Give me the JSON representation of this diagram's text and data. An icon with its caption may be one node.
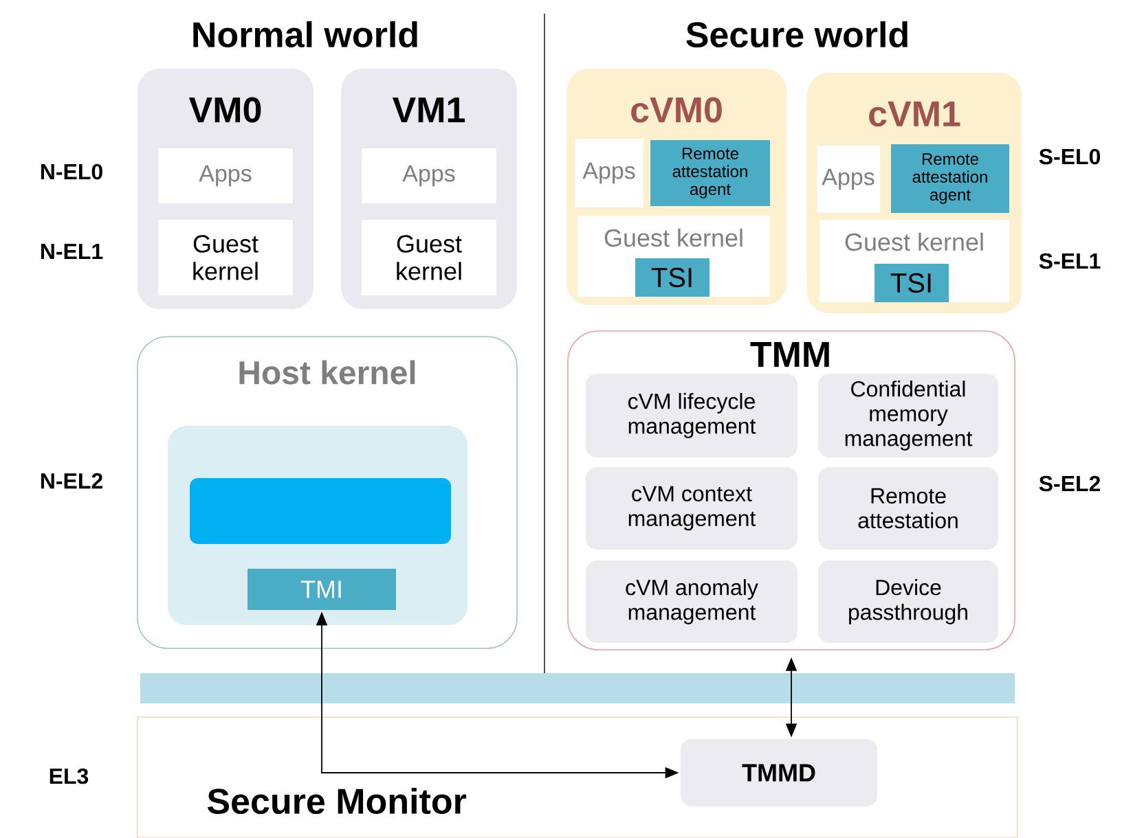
{
  "diagram": {
    "nodes": [
      {
        "text": [
          "VM0"
        ]
      },
      {
        "text": [
          "Apps"
        ],
        "in": 0
      },
      {
        "text": [
          "Guest kernel"
        ],
        "in": 0
      },
      {
        "text": [
          "VM1"
        ]
      },
      {
        "text": [
          "Apps"
        ],
        "in": 3
      },
      {
        "text": [
          "Guest kernel"
        ],
        "in": 3
      },
      {
        "text": [
          "cVM0"
        ]
      },
      {
        "text": [
          "Apps"
        ],
        "in": 6
      },
      {
        "text": [
          "Remote attestation agent"
        ],
        "in": 6
      },
      {
        "text": [
          "Guest kernel"
        ],
        "in": 6
      },
      {
        "text": [
          "TSI"
        ],
        "in": 9
      },
      {
        "text": [
          "cVM1"
        ]
      },
      {
        "text": [
          "Apps"
        ],
        "in": 11
      },
      {
        "text": [
          "Remote attestation agent"
        ],
        "in": 11
      },
      {
        "text": [
          "Guest kernel"
        ],
        "in": 11
      },
      {
        "text": [
          "TSI"
        ],
        "in": 14
      },
      {
        "text": [
          "Host kernel"
        ]
      },
      {
        "text": [],
        "shape": "box",
        "in": 16
      },
      {
        "text": [],
        "shape": "box",
        "in": 17
      },
      {
        "text": [
          "TMI"
        ],
        "in": 17
      },
      {
        "text": [
          "TMM"
        ]
      },
      {
        "text": [
          "cVM lifecycle management"
        ],
        "in": 20
      },
      {
        "text": [
          "Confidential memory management"
        ],
        "in": 20
      },
      {
        "text": [
          "cVM context management"
        ],
        "in": 20
      },
      {
        "text": [
          "Remote attestation"
        ],
        "in": 20
      },
      {
        "text": [
          "cVM anomaly management"
        ],
        "in": 20
      },
      {
        "text": [
          "Device passthrough"
        ],
        "in": 20
      },
      {
        "text": [
          "Secure Monitor"
        ]
      },
      {
        "text": [
          "TMMD"
        ],
        "in": 27
      }
    ],
    "edges": [
      {
        "from": 19,
        "to": 28,
        "arrow": "both"
      },
      {
        "from": 28,
        "to": 20,
        "arrow": "both"
      }
    ],
    "labels": [
      "Normal world",
      "Secure world",
      "N-EL0",
      "N-EL1",
      "N-EL2",
      "EL3",
      "S-EL0",
      "S-EL1",
      "S-EL2"
    ]
  }
}
